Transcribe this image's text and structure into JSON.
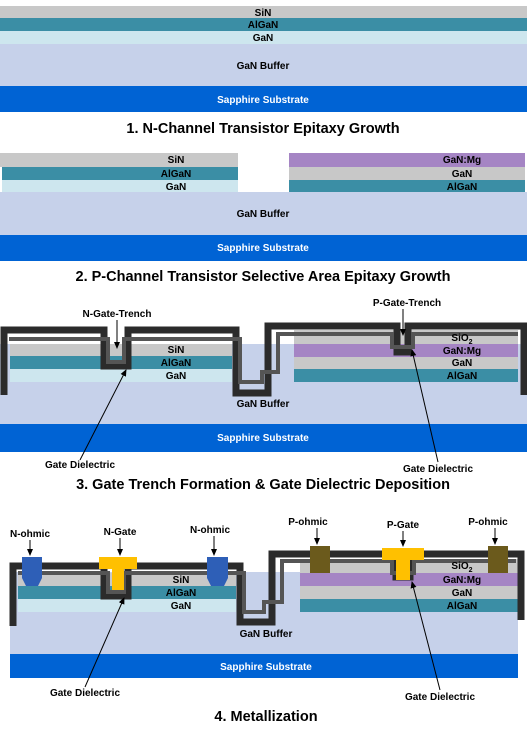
{
  "colors": {
    "sin": "#c8c8c8",
    "algan": "#3b8ea5",
    "gan": "#cde6ee",
    "buffer": "#c6d1ea",
    "sapphire": "#0063d4",
    "ganmg": "#a585c4",
    "dielectric": "#555555",
    "passivation": "#2b2b2b",
    "n_metal": "#2e5fb7",
    "n_gate_metal": "#ffc000",
    "p_metal": "#6b5a1c"
  },
  "layers": {
    "sin": "SiN",
    "algan": "AlGaN",
    "gan": "GaN",
    "buffer": "GaN Buffer",
    "sapphire": "Sapphire Substrate",
    "ganmg": "GaN:Mg",
    "sio2": "SiO",
    "sio2_sub": "2"
  },
  "steps": [
    {
      "caption": "1. N-Channel Transistor Epitaxy Growth"
    },
    {
      "caption": "2. P-Channel Transistor Selective Area Epitaxy Growth"
    },
    {
      "caption": "3. Gate Trench Formation & Gate Dielectric Deposition"
    },
    {
      "caption": "4. Metallization"
    }
  ],
  "annotations": {
    "n_gate_trench": "N-Gate-Trench",
    "p_gate_trench": "P-Gate-Trench",
    "gate_dielectric": "Gate Dielectric",
    "n_ohmic": "N-ohmic",
    "n_gate": "N-Gate",
    "p_ohmic": "P-ohmic",
    "p_gate": "P-Gate"
  }
}
